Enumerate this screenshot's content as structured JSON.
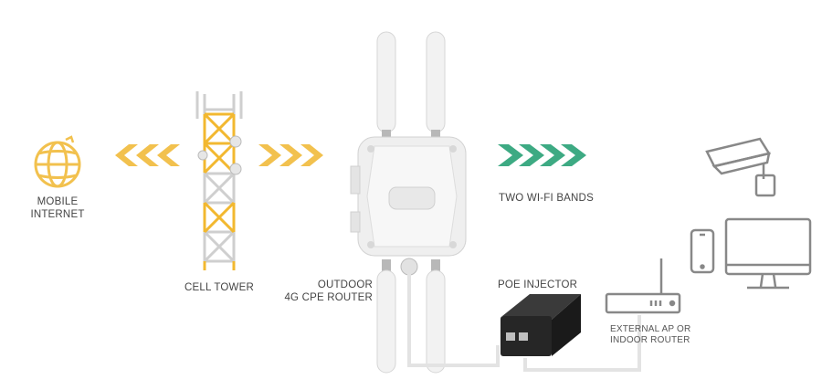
{
  "labels": {
    "mobile_internet_line1": "MOBILE",
    "mobile_internet_line2": "INTERNET",
    "cell_tower": "CELL TOWER",
    "router_line1": "OUTDOOR",
    "router_line2": "4G CPE ROUTER",
    "wifi_bands": "TWO WI-FI BANDS",
    "poe_injector": "POE INJECTOR",
    "external_ap_line1": "EXTERNAL AP OR",
    "external_ap_line2": "INDOOR ROUTER"
  },
  "colors": {
    "uplink_arrows": "#f2c14e",
    "wifi_arrows": "#3daa83",
    "globe": "#f2c14e",
    "tower_steel": "#cfcfcf",
    "tower_highlight": "#f2b830",
    "device_outline": "#888888",
    "router_body": "#eeeeee",
    "injector": "#222222"
  },
  "icons": [
    "globe-icon",
    "cell-tower-icon",
    "router-icon",
    "poe-injector-icon",
    "access-point-icon",
    "security-camera-icon",
    "smartphone-icon",
    "monitor-icon"
  ]
}
